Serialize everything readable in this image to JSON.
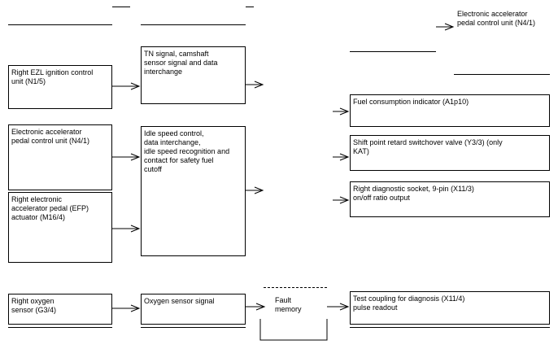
{
  "inputs": {
    "ezl": "Right EZL ignition control\nunit (N1/5)",
    "pedal_unit": "Electronic accelerator\npedal control unit (N4/1)",
    "efp": "Right electronic\naccelerator pedal (EFP)\nactuator (M16/4)",
    "o2": "Right oxygen\nsensor (G3/4)"
  },
  "functions": {
    "tn": "TN signal, camshaft\nsensor signal and data\ninterchange",
    "idle": "Idle speed control,\ndata interchange,\nidle speed recognition and\ncontact for safety fuel\ncutoff",
    "o2signal": "Oxygen sensor signal",
    "fault": "Fault\nmemory"
  },
  "outputs": {
    "top_label": "Electronic accelerator\npedal control unit (N4/1)",
    "fuel": "Fuel consumption indicator  (A1p10)",
    "shift": "Shift point retard switchover valve (Y3/3) (only\nKAT)",
    "diag": "Right diagnostic socket, 9-pin (X11/3)\non/off ratio output",
    "test": "Test coupling for diagnosis (X11/4)\npulse readout"
  }
}
